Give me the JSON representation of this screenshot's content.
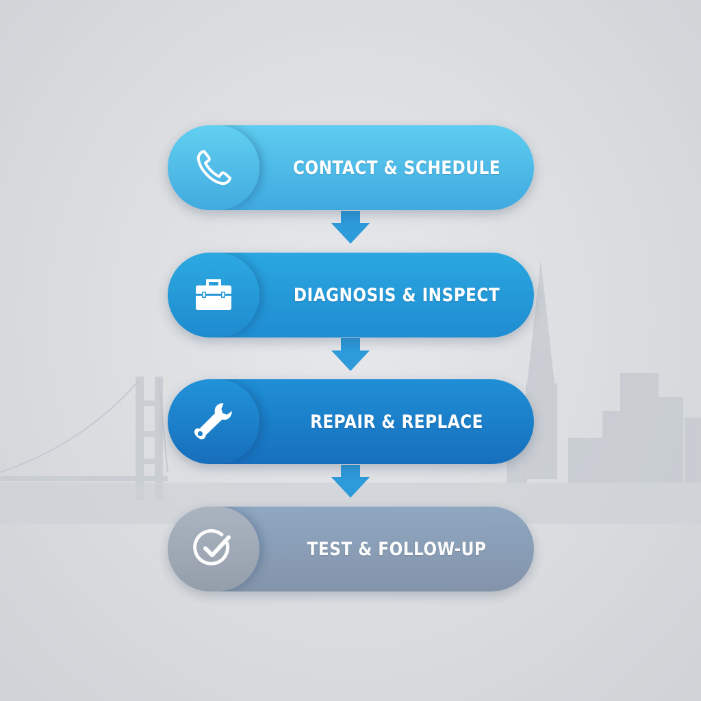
{
  "flow": {
    "steps": [
      {
        "label": "CONTACT & SCHEDULE",
        "icon": "phone-icon"
      },
      {
        "label": "DIAGNOSIS & INSPECT",
        "icon": "toolbox-icon"
      },
      {
        "label": "REPAIR & REPLACE",
        "icon": "wrench-icon"
      },
      {
        "label": "TEST & FOLLOW-UP",
        "icon": "check-circle-icon"
      }
    ]
  },
  "colors": {
    "step_1": "#4fbbe8",
    "step_2": "#2598da",
    "step_3": "#1b7fc9",
    "step_4": "#8799b0",
    "arrow": "#2d9ad9",
    "background": "#d9dbde"
  },
  "background_image": "city-skyline-with-suspension-bridge"
}
